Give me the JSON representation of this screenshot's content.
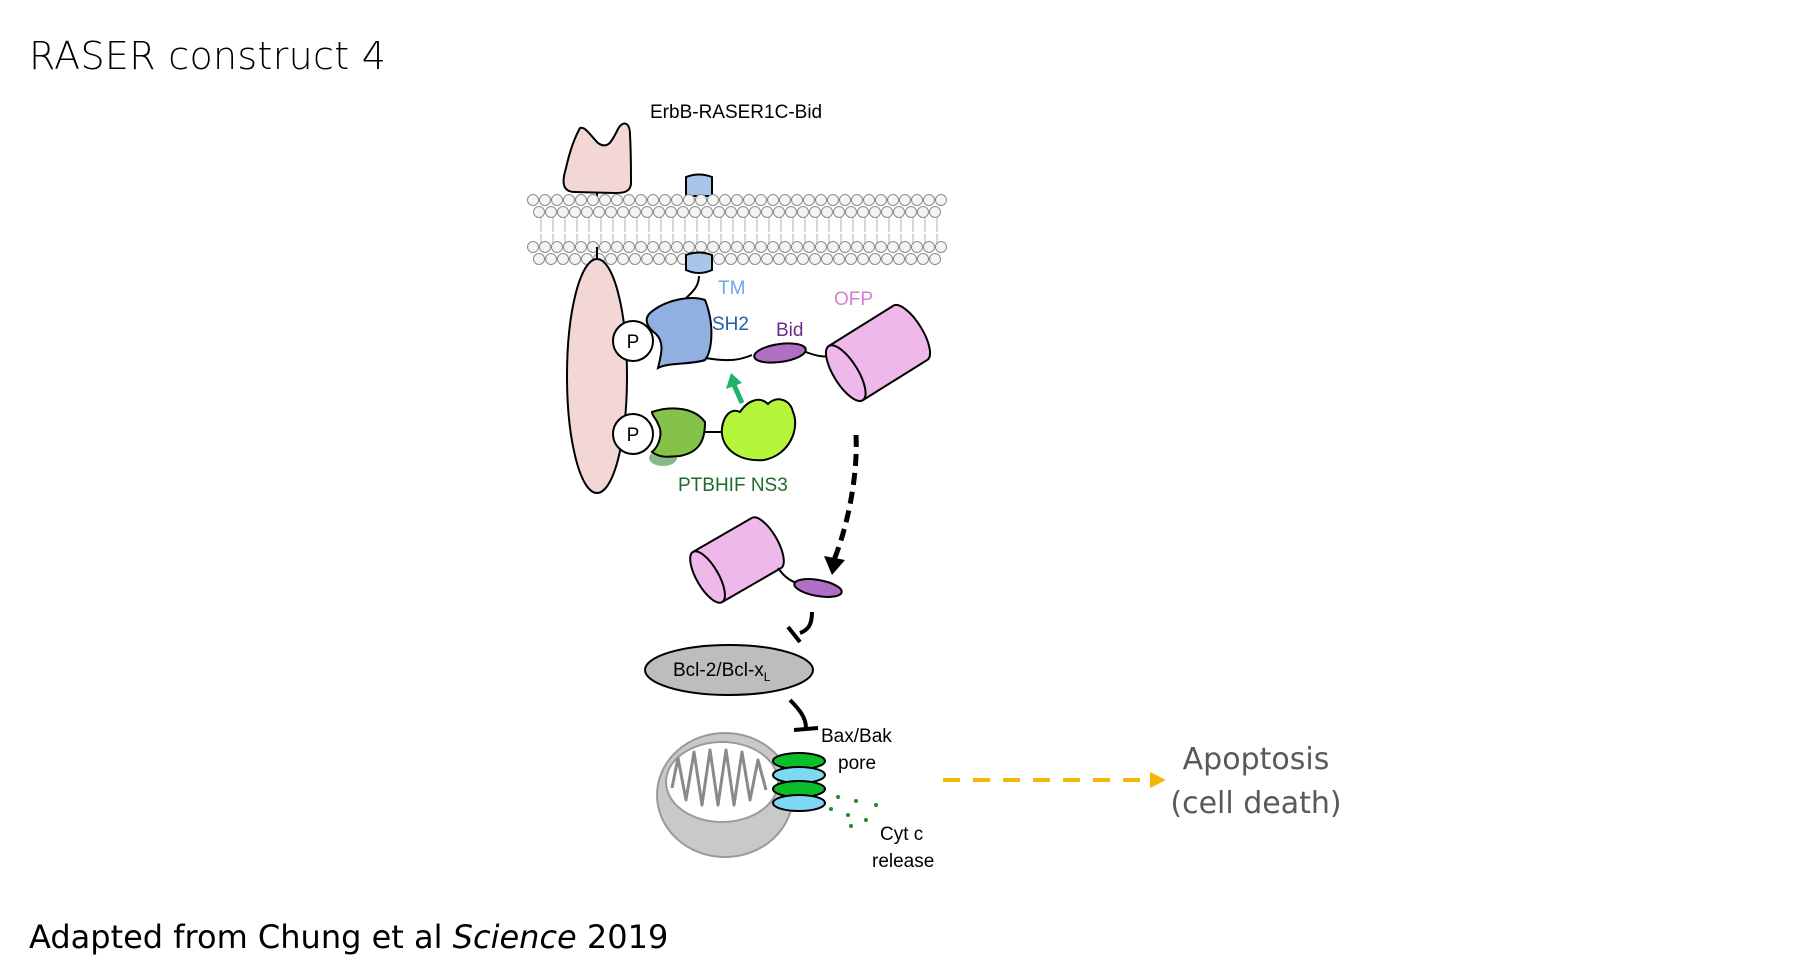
{
  "slide": {
    "title": "RASER construct 4",
    "caption_prefix": "Adapted from Chung et al ",
    "caption_journal": "Science",
    "caption_suffix": " 2019"
  },
  "diagram": {
    "construct_label": "ErbB-RASER1C-Bid",
    "tm_label": "TM",
    "sh2_label": "SH2",
    "bid_label": "Bid",
    "ofp_label": "OFP",
    "phospho_label": "P",
    "ptb_label": "PTBHIF NS3",
    "bcl_label": "Bcl-2/Bcl-x",
    "bcl_subscript": "L",
    "pore_label_1": "Bax/Bak",
    "pore_label_2": "pore",
    "cytc_label_1": "Cyt c",
    "cytc_label_2": "release",
    "outcome_1": "Apoptosis",
    "outcome_2": "(cell death)"
  },
  "colors": {
    "receptor": "#f2d7d5",
    "sh2": "#8fb0e0",
    "tm_label": "#6aa7e8",
    "sh2_label": "#1f5fa8",
    "bid": "#b06fc4",
    "bid_label": "#6a2d8a",
    "ofp": "#efb8ea",
    "ofp_label": "#d67fd0",
    "ptb": "#84c24a",
    "ns3": "#b5f53a",
    "ptb_label": "#1f6b2a",
    "green_arrow": "#1db36a",
    "bcl": "#bdbdbd",
    "mito": "#bfbfbf",
    "pore_green": "#0bbd2a",
    "pore_cyan": "#7fd8f2",
    "apoptosis_arrow": "#f2b705"
  }
}
